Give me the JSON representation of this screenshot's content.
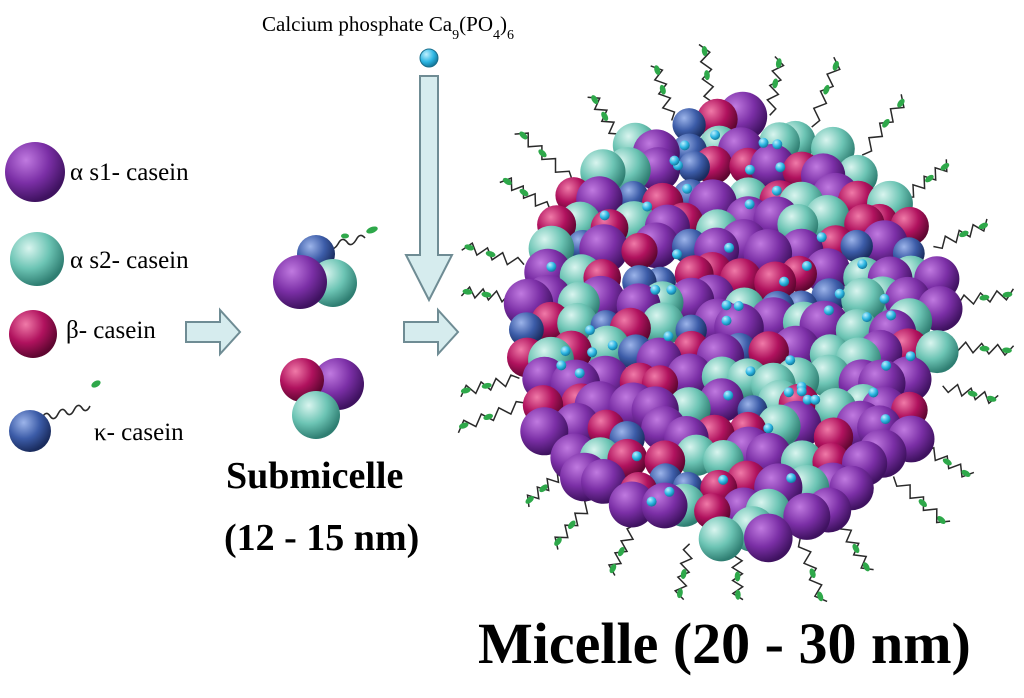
{
  "calcium": {
    "prefix": "Calcium phosphate Ca",
    "sub1": "9",
    "mid": "(PO",
    "sub2": "4",
    "close": ")",
    "sub3": "6"
  },
  "legend": [
    {
      "id": "as1",
      "label": "α s1- casein"
    },
    {
      "id": "as2",
      "label": "α s2- casein"
    },
    {
      "id": "beta",
      "label": "β- casein"
    },
    {
      "id": "kappa",
      "label": "κ- casein"
    }
  ],
  "submicelle": {
    "title": "Submicelle",
    "size": "(12 - 15 nm)"
  },
  "micelle": {
    "title": "Micelle (20 - 30 nm)"
  },
  "colors": {
    "as1": "#7b2fa6",
    "as2": "#6cc4b4",
    "beta": "#b0125e",
    "kappa": "#3c5ca8",
    "calcium": "#2cb6e3",
    "arrow_fill": "#d6ecee",
    "arrow_stroke": "#6f8c94",
    "tail": "#2a2a2a",
    "tail_tip": "#2ea84a"
  }
}
